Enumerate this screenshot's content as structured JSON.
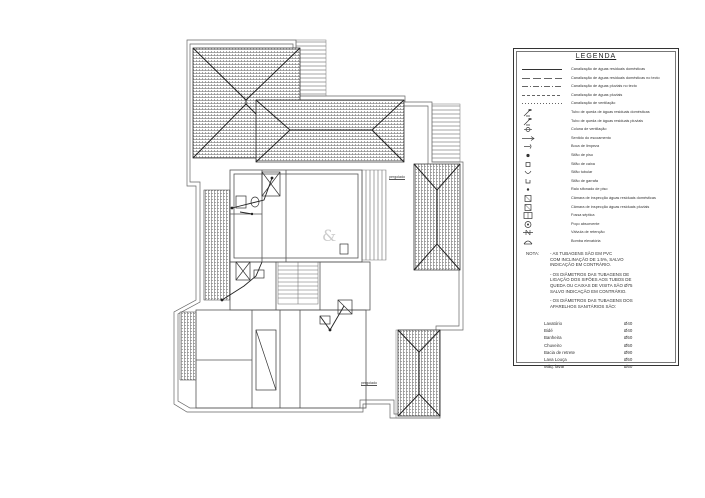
{
  "legend": {
    "title": "LEGENDA",
    "items": [
      {
        "symbol": "line-solid",
        "label": "Canalização de águas residuais domésticas"
      },
      {
        "symbol": "line-dashed-long",
        "label": "Canalização de águas residuais domésticas no tecto"
      },
      {
        "symbol": "line-dash-dot",
        "label": "Canalização de águas pluviais no tecto"
      },
      {
        "symbol": "line-dashed",
        "label": "Canalização de águas pluviais"
      },
      {
        "symbol": "line-dotted",
        "label": "Canalização de ventilação"
      },
      {
        "symbol": "drop-pipe-icon",
        "label": "Tubo de queda de águas residuais domésticas"
      },
      {
        "symbol": "drop-pipe-icon",
        "label": "Tubo de queda de águas residuais pluviais"
      },
      {
        "symbol": "vent-column-icon",
        "label": "Coluna de ventilação"
      },
      {
        "symbol": "arrow-icon",
        "label": "Sentido do escoamento"
      },
      {
        "symbol": "cleanout-icon",
        "label": "Boca de limpeza"
      },
      {
        "symbol": "floor-siphon-icon",
        "label": "Sifão de piso"
      },
      {
        "symbol": "box-siphon-icon",
        "label": "Sifão de caixa"
      },
      {
        "symbol": "tubular-siphon-icon",
        "label": "Sifão tubular"
      },
      {
        "symbol": "gargoyle-siphon-icon",
        "label": "Sifão de garrafa"
      },
      {
        "symbol": "floor-drain-icon",
        "label": "Ralo sifonado de piso"
      },
      {
        "symbol": "inspection-chamber-icon",
        "label": "Câmara de inspecção águas residuais domésticas"
      },
      {
        "symbol": "inspection-chamber-icon",
        "label": "Câmara de inspecção águas residuais pluviais"
      },
      {
        "symbol": "septic-tank-icon",
        "label": "Fossa séptica"
      },
      {
        "symbol": "soakaway-icon",
        "label": "Poço absorvente"
      },
      {
        "symbol": "check-valve-icon",
        "label": "Válvula de retenção"
      },
      {
        "symbol": "pump-icon",
        "label": "Bomba elevatória"
      }
    ]
  },
  "notes": {
    "lead": "NOTA:",
    "paragraphs": [
      [
        "- AS TUBAGENS SÃO EM PVC",
        "COM INCLINAÇÃO DE 1.5%, SALVO",
        "INDICAÇÃO EM CONTRÁRIO."
      ],
      [
        "- OS DIÂMETROS DAS TUBAGENS DE",
        "LIGAÇÃO DOS SIFÕES AOS TUBOS DE",
        "QUEDA OU CAIXAS DE VISITA SÃO Ø75",
        "SALVO INDICAÇÃO EM CONTRÁRIO."
      ],
      [
        "- OS DIÂMETROS DAS TUBAGENS DOS",
        "APARELHOS SANITÁRIOS SÃO:"
      ]
    ],
    "fixtures": [
      {
        "name": "Lavatório",
        "value": "Ø40"
      },
      {
        "name": "Bidé",
        "value": "Ø40"
      },
      {
        "name": "Banheira",
        "value": "Ø50"
      },
      {
        "name": "Chuveiro",
        "value": "Ø50"
      },
      {
        "name": "Bacia de retrete",
        "value": "Ø90"
      },
      {
        "name": "Lava Louça",
        "value": "Ø50"
      },
      {
        "name": "Máq. lavar",
        "value": "Ø50"
      }
    ]
  },
  "plan": {
    "room_labels": [
      "pergolado",
      "pergolado"
    ]
  }
}
